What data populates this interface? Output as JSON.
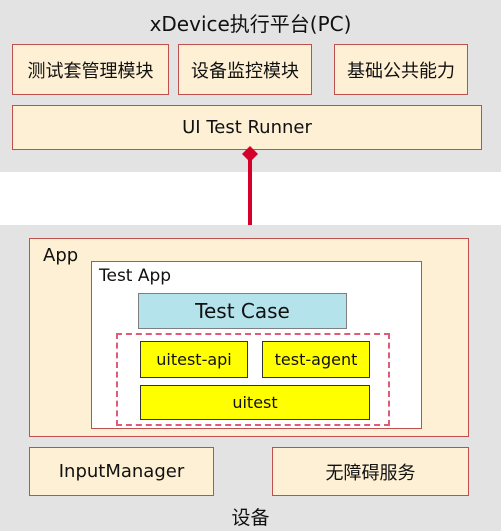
{
  "pc_platform": {
    "title": "xDevice执行平台(PC)",
    "modules": [
      "测试套管理模块",
      "设备监控模块",
      "基础公共能力"
    ],
    "runner": "UI Test Runner"
  },
  "device": {
    "title": "设备",
    "app": {
      "label": "App",
      "test_app": {
        "label": "Test App",
        "test_case": "Test Case",
        "components": [
          "uitest-api",
          "test-agent",
          "uitest"
        ]
      }
    },
    "services": [
      "InputManager",
      "无障碍服务"
    ]
  },
  "colors": {
    "panel_bg": "#e3e3e3",
    "box_fill": "#fdf0d4",
    "box_border": "#c0504d",
    "test_case_fill": "#b4e3ec",
    "component_fill": "#ffff00",
    "arrow": "#d4002a",
    "dashed_border": "#e05a7a"
  }
}
